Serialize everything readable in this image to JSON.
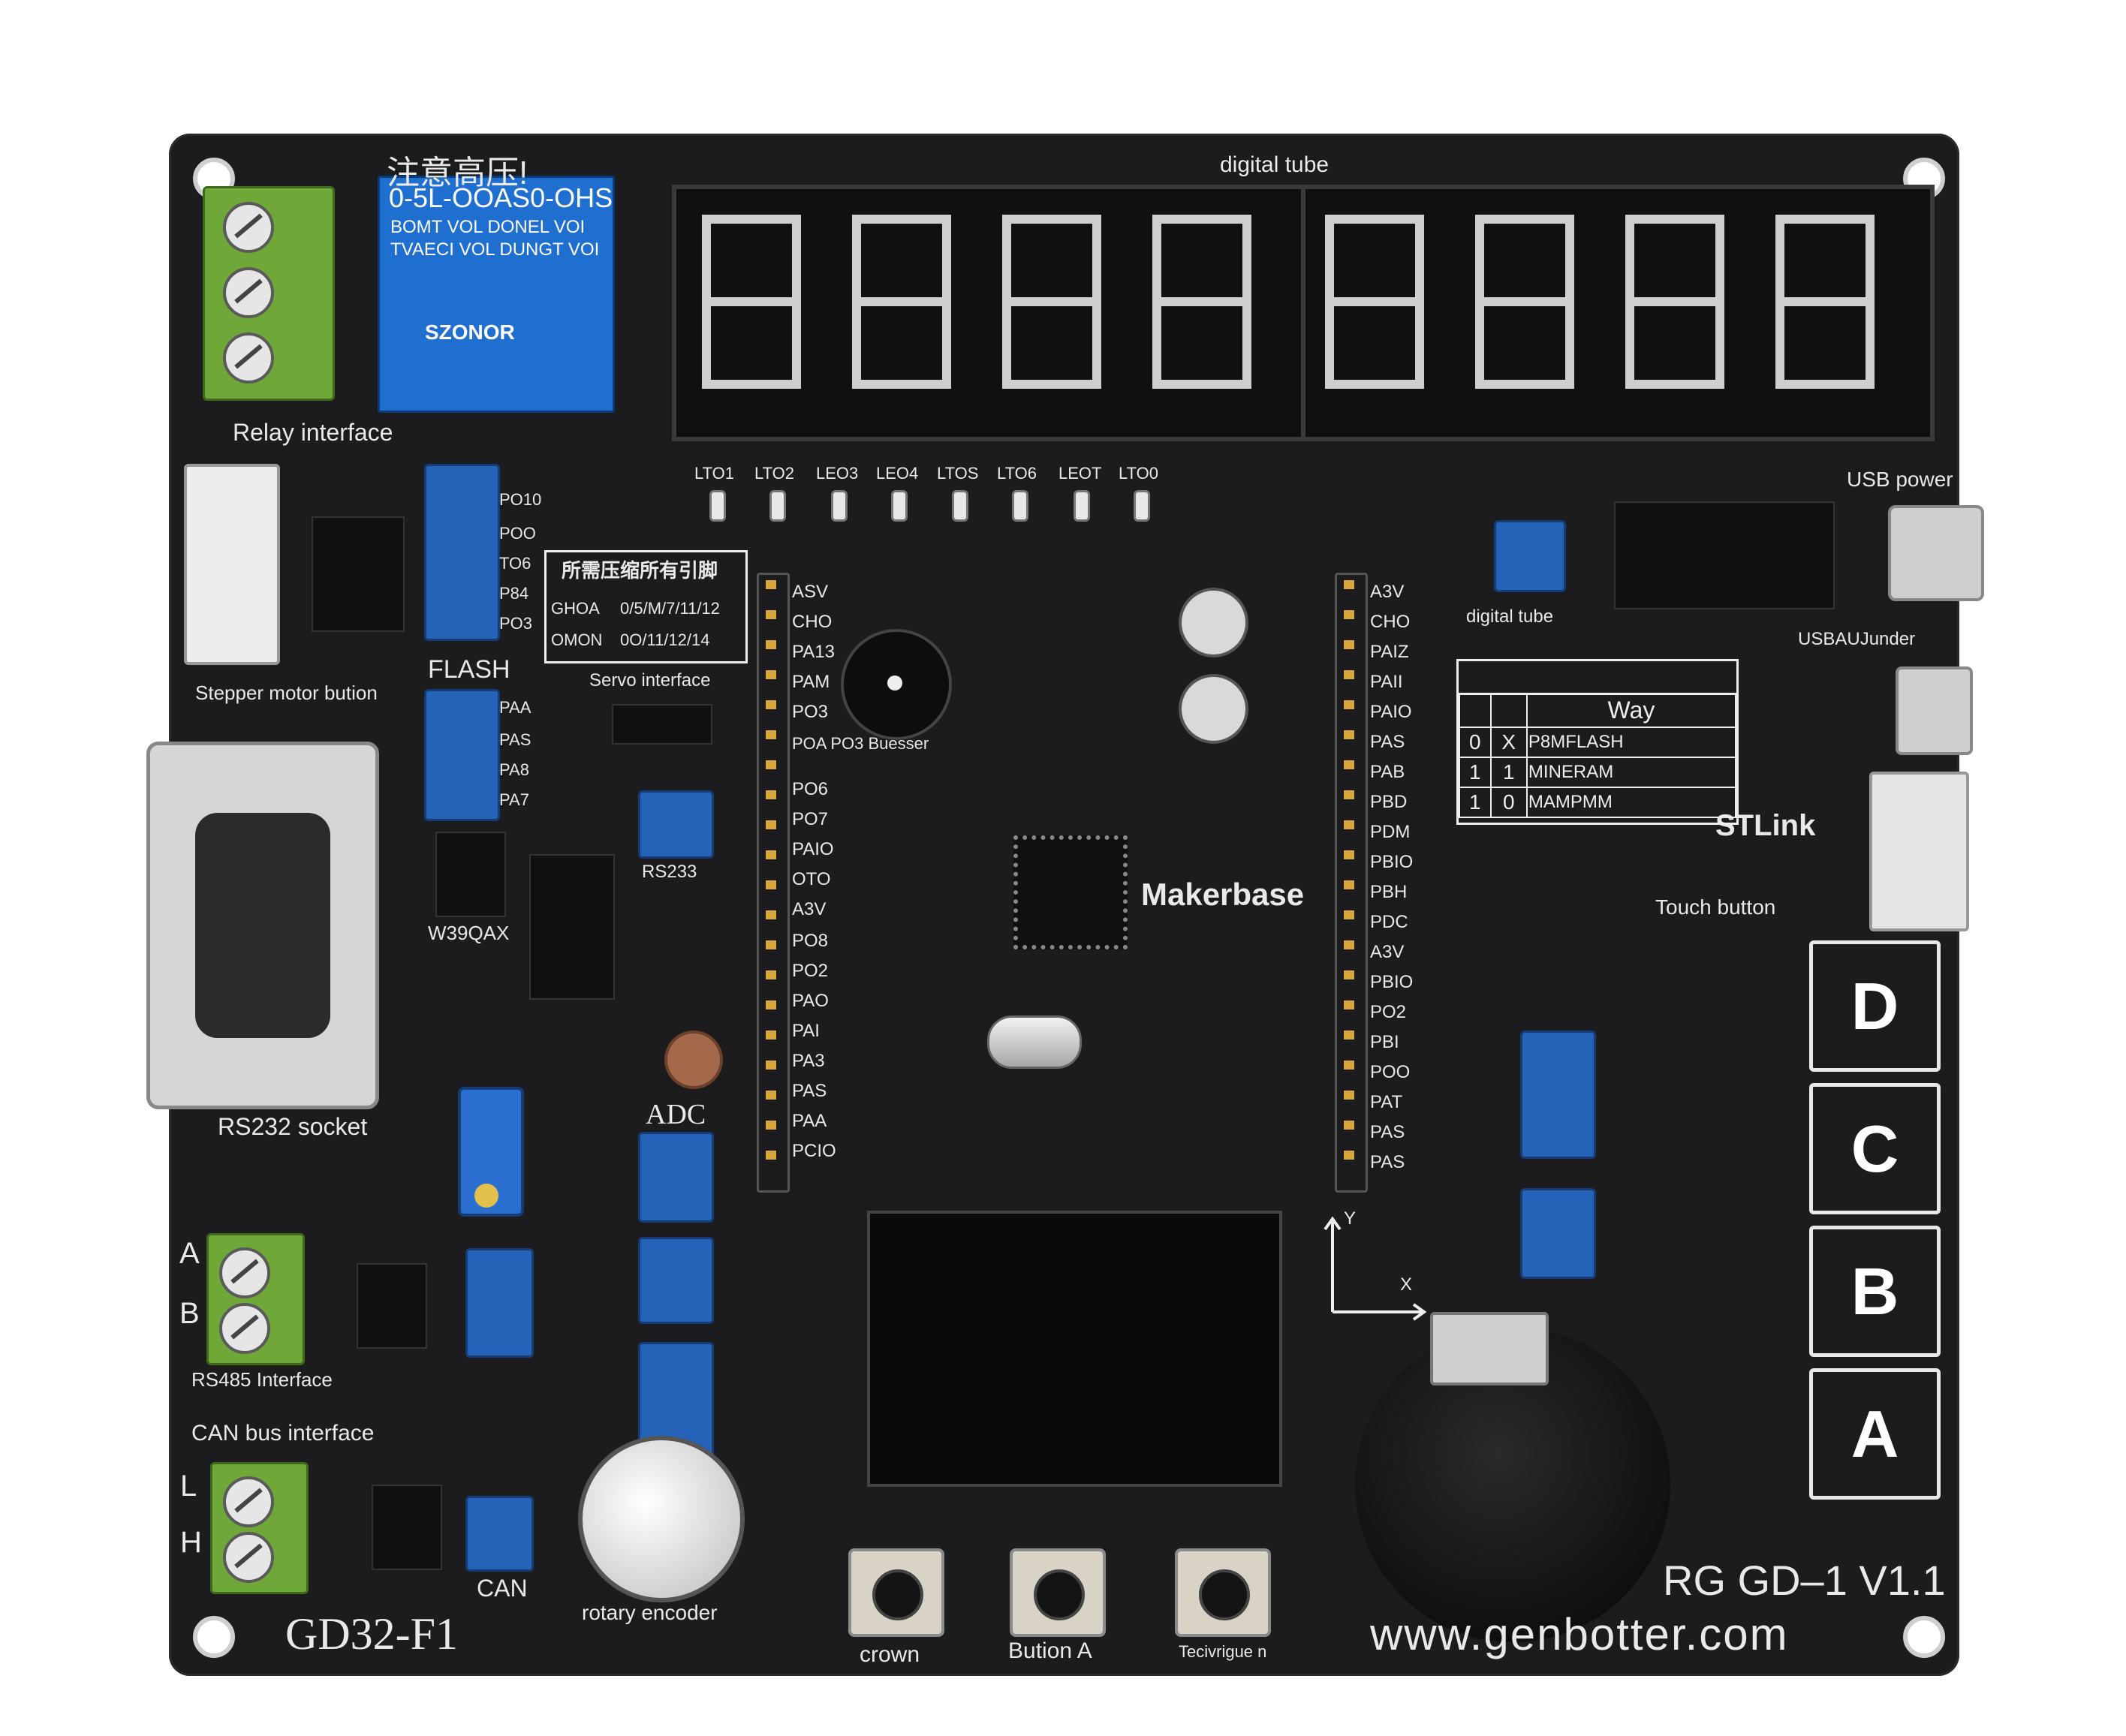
{
  "board": {
    "name": "GD32-F1",
    "model": "RG GD–1 V1.1",
    "website": "www.genbotter.com",
    "brand": "Makerbase"
  },
  "labels": {
    "relay": "Relay interface",
    "stepper": "Stepper motor bution",
    "rs232": "RS232 socket",
    "rs485": "RS485 Interface",
    "can": "CAN bus interface",
    "digital_tube": "digital tube",
    "digital_tube2": "digital tube",
    "usb_power": "USB power",
    "usb_under": "USBAUJunder",
    "stlink": "STLink",
    "touch_button": "Touch button",
    "servo": "Servo interface",
    "buzzer": "POA PO3 Buesser",
    "adc": "ADC",
    "rotary": "rotary encoder",
    "crown": "crown",
    "button_a": "Bution A",
    "button_c": "Tecivrigue n",
    "flash": "FLASH",
    "can_sub": "CAN",
    "rs485_sub": "RS233",
    "w25": "W39QAX"
  },
  "relay_text": {
    "warning": "注意高压!",
    "line1": "0-5L-OOAS0-OHS",
    "line2": "BOMT VOL DONEL VOI",
    "line3": "TVAECI VOL DUNGT VOI",
    "brand": "SZONOR"
  },
  "leds": [
    "LTO1",
    "LTO2",
    "LEO3",
    "LEO4",
    "LTOS",
    "LTO6",
    "LEOT",
    "LTO0"
  ],
  "left_header_labels": [
    "PO10",
    "POO",
    "TO6",
    "P84",
    "PO3",
    "PAA",
    "PAS",
    "PA8",
    "PA7"
  ],
  "left_pin_labels": [
    "ASV",
    "CHO",
    "PA13",
    "PAM",
    "PO3",
    "PO6",
    "PO7",
    "PAIO",
    "OTO",
    "A3V",
    "PO8",
    "PO2",
    "PAO",
    "PAI",
    "PA3",
    "PAS",
    "PAA",
    "PCIO"
  ],
  "right_pin_labels": [
    "A3V",
    "CHO",
    "PAIZ",
    "PAII",
    "PAIO",
    "PAS",
    "PAB",
    "PBD",
    "PDM",
    "PBIO",
    "PBH",
    "PDC",
    "A3V",
    "PBIO",
    "PO2",
    "PBI",
    "POO",
    "PAT",
    "PAS",
    "PAS"
  ],
  "flash_table": {
    "title": "所需压缩所有引脚",
    "rows": [
      [
        "GHOA",
        "0/5/M/7/11/12"
      ],
      [
        "OMON",
        "0O/11/12/14"
      ]
    ]
  },
  "boot_table": {
    "header": [
      "",
      "",
      "Way"
    ],
    "rows": [
      [
        "0",
        "X",
        "P8MFLASH"
      ],
      [
        "1",
        "1",
        "MINERAM"
      ],
      [
        "1",
        "0",
        "MAMPMM"
      ]
    ]
  },
  "touch_keys": [
    "D",
    "C",
    "B",
    "A"
  ],
  "terminals": {
    "rs485": [
      "A",
      "B"
    ],
    "can": [
      "L",
      "H"
    ]
  },
  "axes": {
    "x": "X",
    "y": "Y"
  },
  "colors": {
    "pcb": "#1c1c1e",
    "header_blue": "#2463b8",
    "terminal_green": "#6fa838",
    "relay_blue": "#1f6fd1"
  }
}
